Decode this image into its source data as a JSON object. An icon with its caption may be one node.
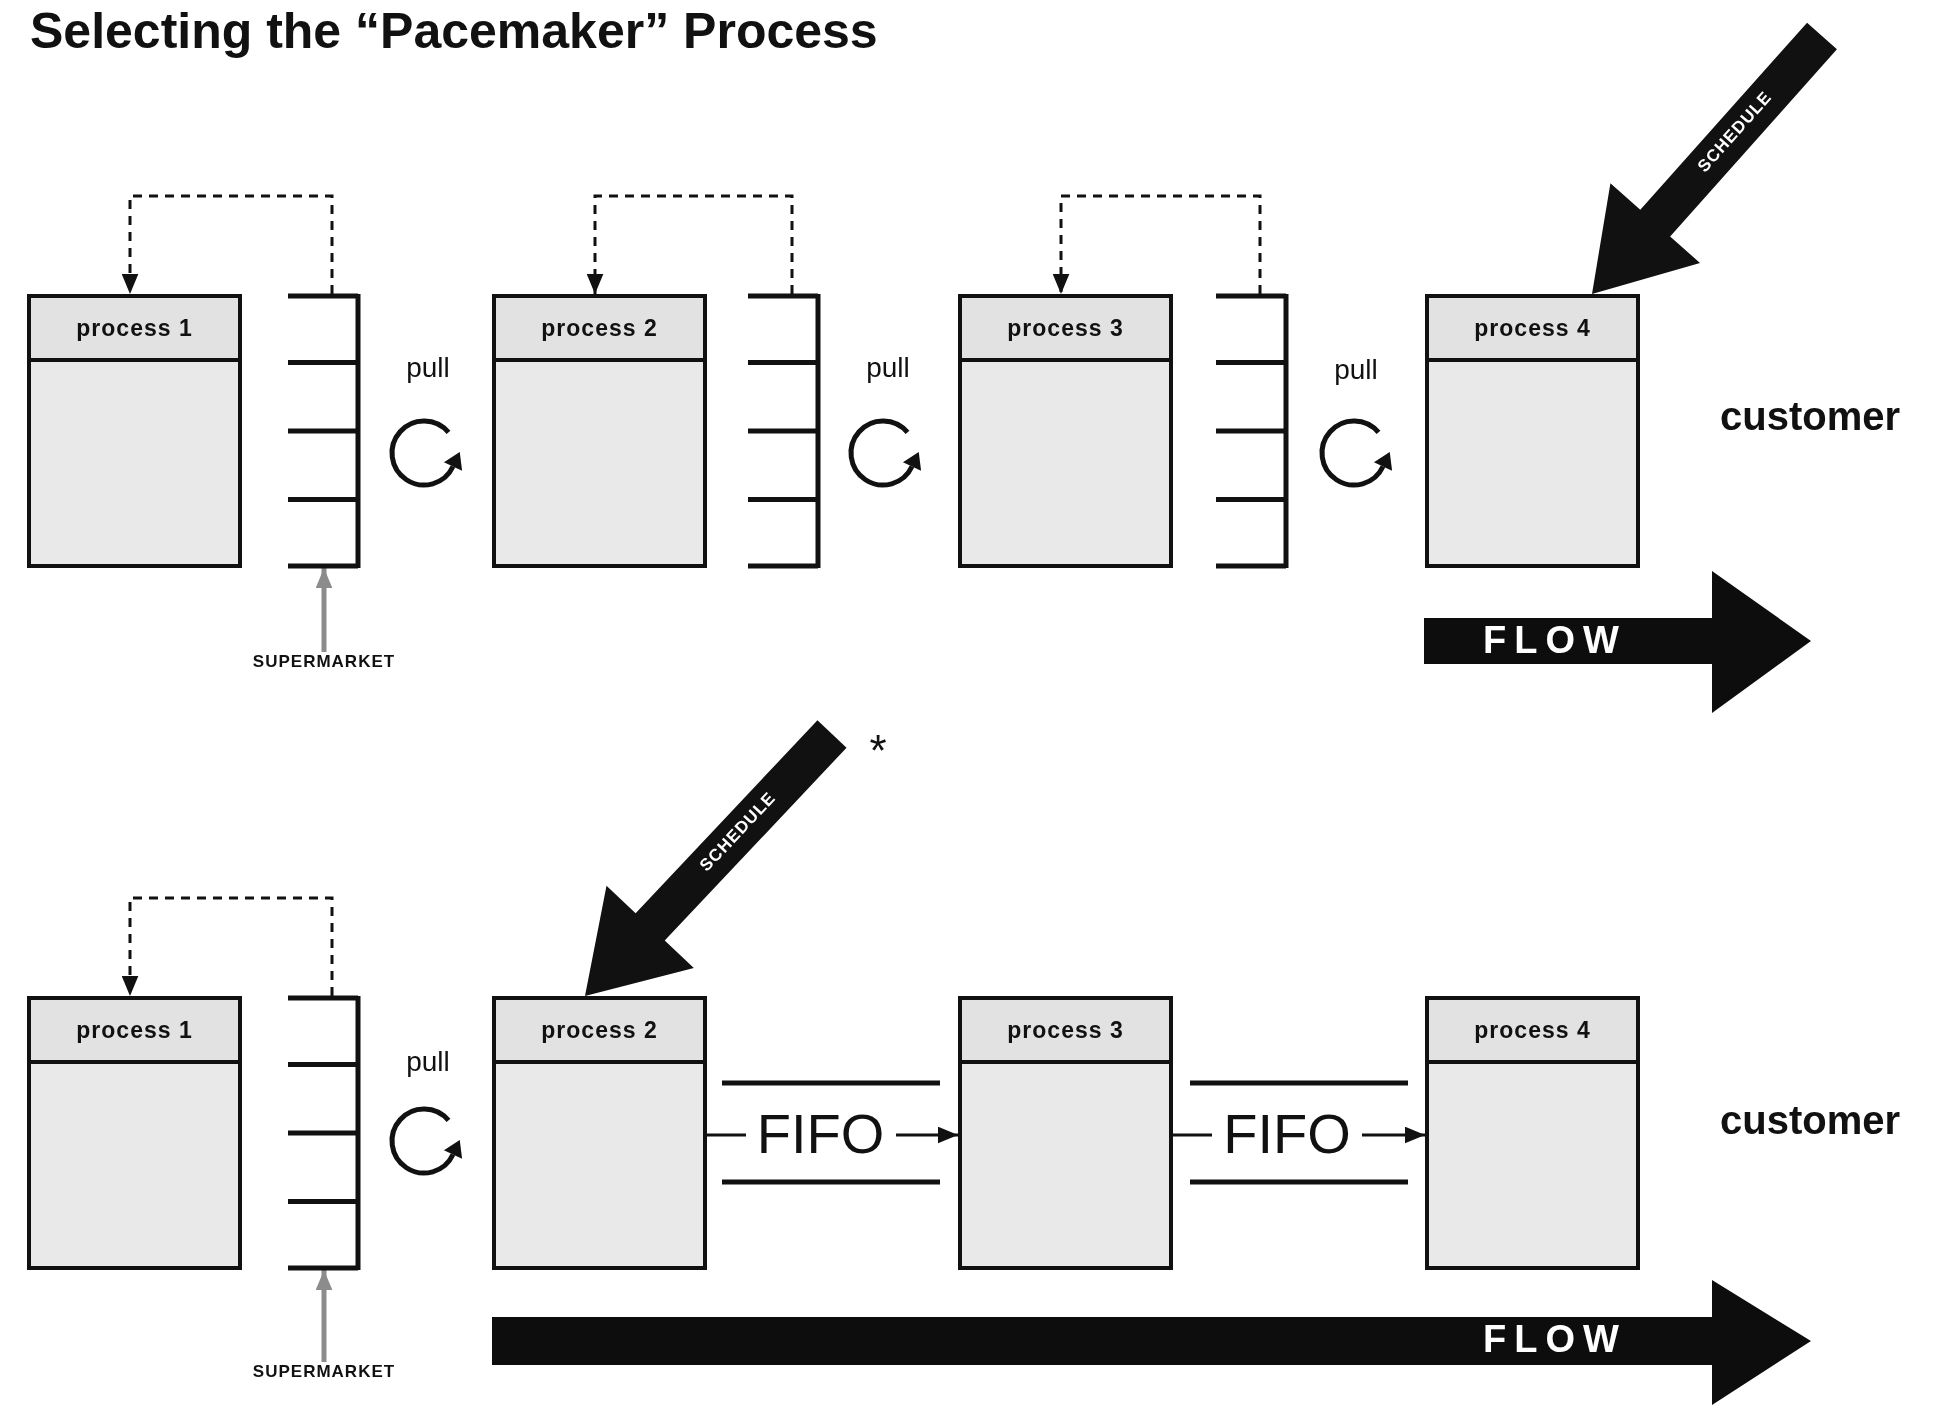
{
  "diagram": {
    "title": "Selecting the “Pacemaker” Process",
    "nodes": [
      {
        "text": [
          "process 1"
        ]
      },
      {
        "text": [],
        "shape": "box"
      },
      {
        "text": [
          "process 2"
        ]
      },
      {
        "text": [],
        "shape": "box"
      },
      {
        "text": [
          "process 3"
        ]
      },
      {
        "text": [],
        "shape": "box"
      },
      {
        "text": [
          "process 4"
        ]
      },
      {
        "text": [
          "SUPERMARKET"
        ]
      },
      {
        "text": [
          "process 1"
        ]
      },
      {
        "text": [],
        "shape": "box"
      },
      {
        "text": [
          "process 2"
        ]
      },
      {
        "text": [
          "process 3"
        ]
      },
      {
        "text": [
          "process 4"
        ]
      },
      {
        "text": [
          "SUPERMARKET"
        ]
      }
    ],
    "edges": [
      {
        "from": 1,
        "to": 0,
        "arrow": "to",
        "style": "dashed"
      },
      {
        "from": 3,
        "to": 2,
        "arrow": "to",
        "style": "dashed"
      },
      {
        "from": 5,
        "to": 4,
        "arrow": "to",
        "style": "dashed"
      },
      {
        "from": null,
        "to": 6,
        "arrow": "to",
        "label": "SCHEDULE",
        "style": "thick"
      },
      {
        "from": 7,
        "to": 1,
        "arrow": "to",
        "color": "#8c8c8c"
      },
      {
        "from": 9,
        "to": 8,
        "arrow": "to",
        "style": "dashed"
      },
      {
        "from": null,
        "to": 10,
        "arrow": "to",
        "label": "SCHEDULE",
        "style": "thick"
      },
      {
        "from": 10,
        "to": 11,
        "arrow": "to",
        "label": "FIFO"
      },
      {
        "from": 11,
        "to": 12,
        "arrow": "to",
        "label": "FIFO"
      },
      {
        "from": 13,
        "to": 9,
        "arrow": "to",
        "color": "#8c8c8c"
      }
    ],
    "labels": [
      "pull",
      "pull",
      "pull",
      "customer",
      "FLOW",
      "*",
      "pull",
      "customer",
      "FLOW"
    ]
  }
}
